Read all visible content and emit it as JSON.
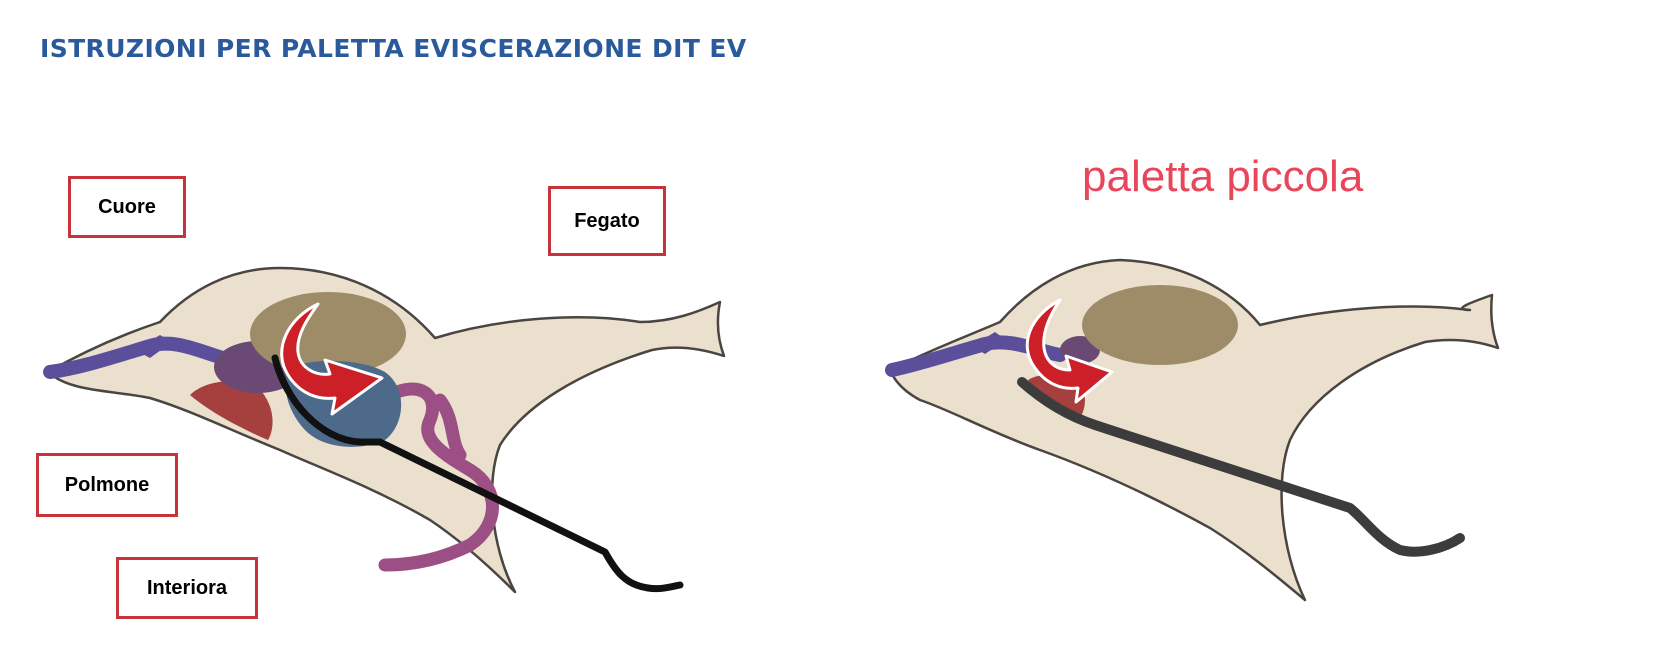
{
  "title": "ISTRUZIONI PER PALETTA EVISCERAZIONE DIT EV",
  "labels": {
    "heart": "Cuore",
    "liver": "Fegato",
    "lung": "Polmone",
    "entrails": "Interiora"
  },
  "right_caption": "paletta piccola",
  "colors": {
    "title": "#2a5a9b",
    "label_border": "#c8323a",
    "caption": "#e8465a",
    "body_fill": "#ebe0cd",
    "body_outline": "#4a4540",
    "liver": "#9e8c68",
    "heart": "#6a4a74",
    "lung": "#a5403e",
    "trachea": "#5b4f9c",
    "entrails": "#9c4f84",
    "gizzard": "#4e6a8a",
    "arrow": "#cc1f27",
    "tool_large": "#111111",
    "tool_small": "#3c3c3c"
  },
  "icons": [
    "curved-arrow-icon"
  ]
}
